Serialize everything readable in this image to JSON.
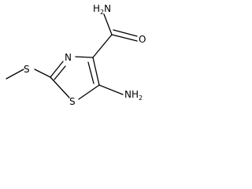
{
  "molecule": {
    "atoms": {
      "amide_nitrogen": {
        "symbol": "H",
        "subscript": "2",
        "element": "N"
      },
      "carbonyl_oxygen": "O",
      "ring_nitrogen": "N",
      "thioether_sulfur": "S",
      "ring_sulfur": "S",
      "amino_nitrogen": {
        "symbol": "NH",
        "subscript": "2"
      }
    },
    "colors": {
      "bond": "#000000",
      "text": "#000000",
      "background": "#ffffff"
    }
  }
}
